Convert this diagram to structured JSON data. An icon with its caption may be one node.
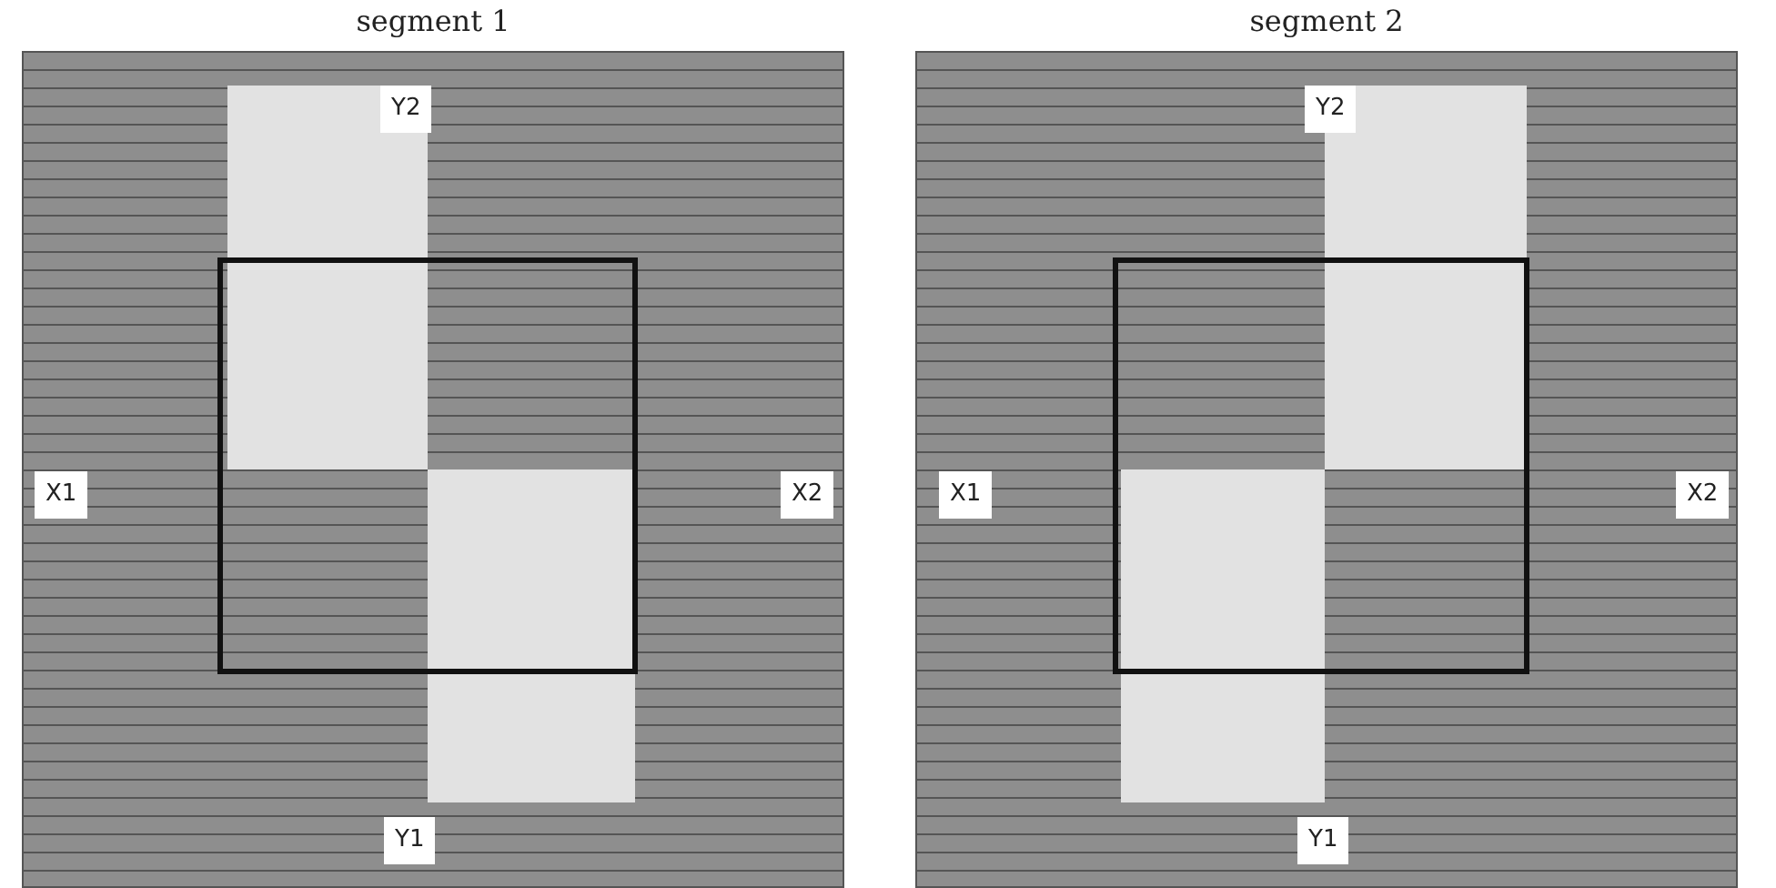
{
  "diagram": {
    "nodes": [
      {
        "text": [
          "segment 1"
        ]
      },
      {
        "text": [
          "Y2"
        ],
        "in": 0
      },
      {
        "text": [
          "X1"
        ],
        "in": 0
      },
      {
        "text": [
          "X2"
        ],
        "in": 0
      },
      {
        "text": [
          "Y1"
        ],
        "in": 0
      },
      {
        "text": [
          "segment 2"
        ]
      },
      {
        "text": [
          "Y2"
        ],
        "in": 5
      },
      {
        "text": [
          "X1"
        ],
        "in": 5
      },
      {
        "text": [
          "X2"
        ],
        "in": 5
      },
      {
        "text": [
          "Y1"
        ],
        "in": 5
      }
    ]
  }
}
